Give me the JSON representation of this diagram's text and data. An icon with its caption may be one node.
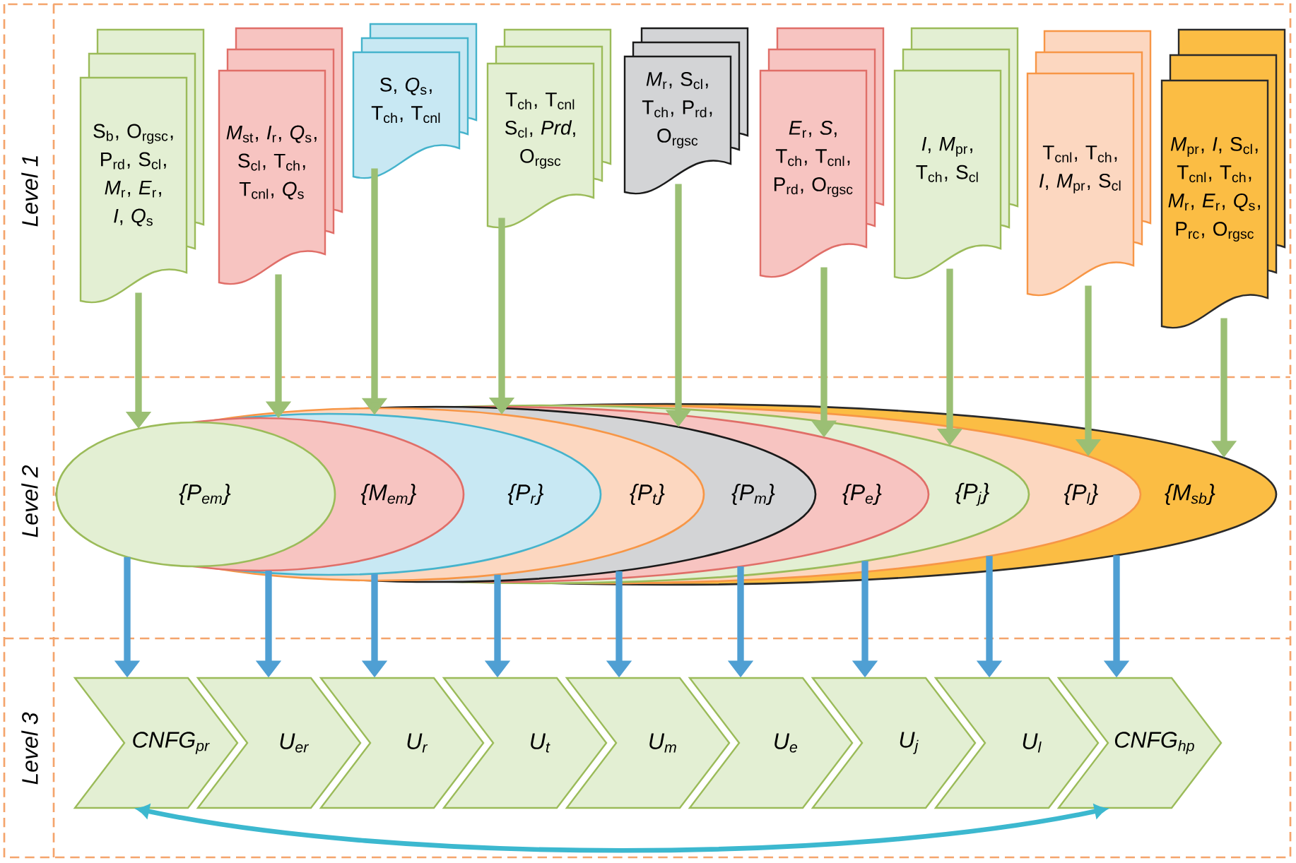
{
  "diagram": {
    "nodes": [
      {
        "text": [
          "S$_{b}$, O$_{rgsc}$, P$_{rd}$, S$_{cl}$, *M*$_{r}$, *E*$_{r}$, *I*, *Q*$_{s}$"
        ]
      },
      {
        "text": [
          "*M*$_{st}$, *I*$_{r}$, *Q*$_{s}$, S$_{cl}$, T$_{ch}$, T$_{cnl}$, *Q*$_{s}$"
        ]
      },
      {
        "text": [
          "S, *Q*$_{s}$, T$_{ch}$, T$_{cnl}$"
        ]
      },
      {
        "text": [
          "T$_{ch}$, T$_{cnl}$ S$_{cl}$, *Prd*, O$_{rgsc}$"
        ]
      },
      {
        "text": [
          "*M*$_{r}$, S$_{cl}$, T$_{ch}$, P$_{rd}$, O$_{rgsc}$"
        ]
      },
      {
        "text": [
          "*E*$_{r}$, *S*, T$_{ch}$, T$_{cnl}$, P$_{rd}$, O$_{rgsc}$"
        ]
      },
      {
        "text": [
          "*I*, *M*$_{pr}$, T$_{ch}$, S$_{cl}$"
        ]
      },
      {
        "text": [
          "T$_{cnl}$, T$_{ch}$, *I*, *M*$_{pr}$, S$_{cl}$"
        ]
      },
      {
        "text": [
          "*M*$_{pr}$, *I*, S$_{cl}$, T$_{cnl}$, T$_{ch}$, *M*$_{r}$, *E*$_{r}$, *Q*$_{s}$, P$_{rc}$, O$_{rgsc}$"
        ]
      },
      {
        "text": [
          "{P$_{em}$}"
        ],
        "in": 10
      },
      {
        "text": [
          "{M$_{em}$}"
        ],
        "in": 11
      },
      {
        "text": [
          "{P$_{r}$}"
        ],
        "in": 12
      },
      {
        "text": [
          "{P$_{t}$}"
        ],
        "in": 13
      },
      {
        "text": [
          "{P$_{m}$}"
        ],
        "in": 14
      },
      {
        "text": [
          "{P$_{e}$}"
        ],
        "in": 15
      },
      {
        "text": [
          "{P$_{j}$}"
        ],
        "in": 16
      },
      {
        "text": [
          "{P$_{l}$}"
        ],
        "in": 17
      },
      {
        "text": [
          "{M$_{sb}$}"
        ]
      },
      {
        "text": [
          "CNFG$_{pr}$"
        ]
      },
      {
        "text": [
          "U$_{er}$"
        ]
      },
      {
        "text": [
          "U$_{r}$"
        ]
      },
      {
        "text": [
          "U$_{t}$"
        ]
      },
      {
        "text": [
          "U$_{m}$"
        ]
      },
      {
        "text": [
          "U$_{e}$"
        ]
      },
      {
        "text": [
          "U$_{j}$"
        ]
      },
      {
        "text": [
          "U$_{l}$"
        ]
      },
      {
        "text": [
          "CNFG$_{hp}$"
        ]
      }
    ],
    "edges": [
      {
        "from": 0,
        "to": 9,
        "arrow": "to",
        "color": "#9bbf74"
      },
      {
        "from": 1,
        "to": 10,
        "arrow": "to",
        "color": "#9bbf74"
      },
      {
        "from": 2,
        "to": 11,
        "arrow": "to",
        "color": "#9bbf74"
      },
      {
        "from": 3,
        "to": 12,
        "arrow": "to",
        "color": "#9bbf74"
      },
      {
        "from": 4,
        "to": 13,
        "arrow": "to",
        "color": "#9bbf74"
      },
      {
        "from": 5,
        "to": 14,
        "arrow": "to",
        "color": "#9bbf74"
      },
      {
        "from": 6,
        "to": 15,
        "arrow": "to",
        "color": "#9bbf74"
      },
      {
        "from": 7,
        "to": 16,
        "arrow": "to",
        "color": "#9bbf74"
      },
      {
        "from": 8,
        "to": 17,
        "arrow": "to",
        "color": "#9bbf74"
      },
      {
        "from": 9,
        "to": 18,
        "arrow": "to",
        "color": "#4f9fd3"
      },
      {
        "from": 10,
        "to": 19,
        "arrow": "to",
        "color": "#4f9fd3"
      },
      {
        "from": 11,
        "to": 20,
        "arrow": "to",
        "color": "#4f9fd3"
      },
      {
        "from": 12,
        "to": 21,
        "arrow": "to",
        "color": "#4f9fd3"
      },
      {
        "from": 13,
        "to": 22,
        "arrow": "to",
        "color": "#4f9fd3"
      },
      {
        "from": 14,
        "to": 23,
        "arrow": "to",
        "color": "#4f9fd3"
      },
      {
        "from": 15,
        "to": 24,
        "arrow": "to",
        "color": "#4f9fd3"
      },
      {
        "from": 16,
        "to": 25,
        "arrow": "to",
        "color": "#4f9fd3"
      },
      {
        "from": 17,
        "to": 26,
        "arrow": "to",
        "color": "#4f9fd3"
      },
      {
        "from": 18,
        "to": 26,
        "arrow": "both",
        "color": "#3cb8cf"
      }
    ],
    "labels": [
      "Level 1",
      "Level 2",
      "Level 3"
    ]
  }
}
